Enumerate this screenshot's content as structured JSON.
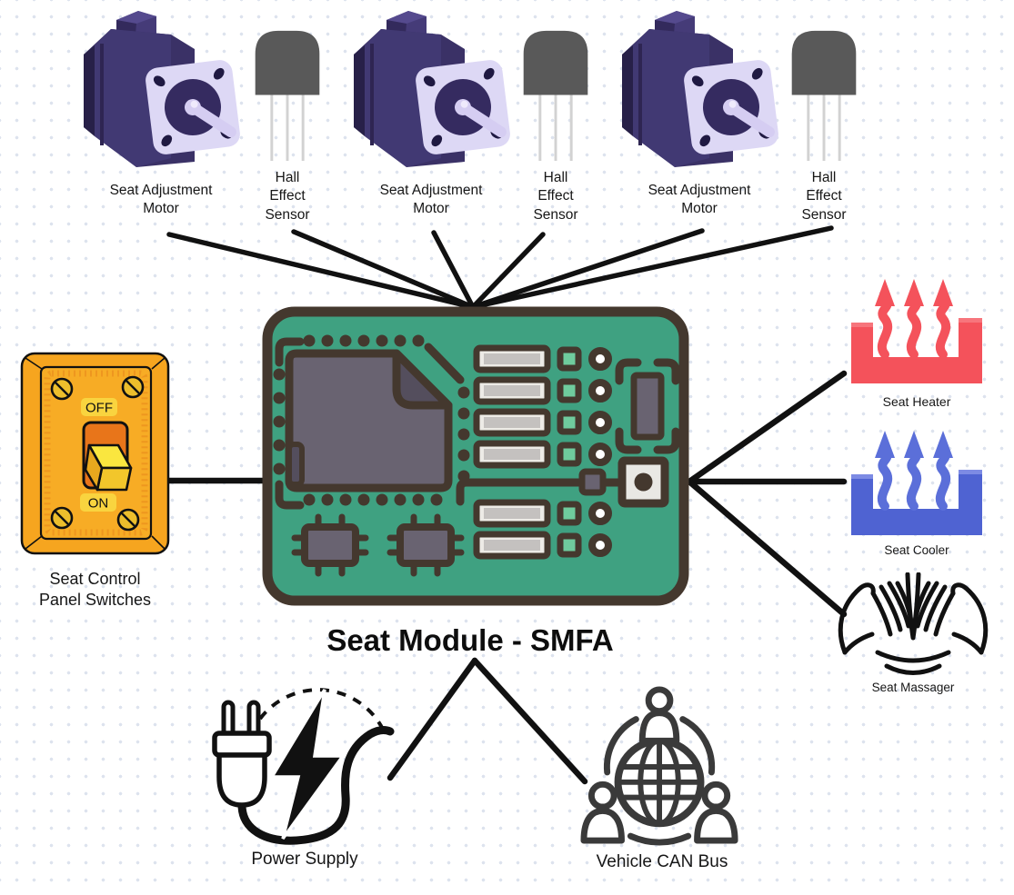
{
  "title": "Seat Module - SMFA",
  "module": {
    "name": "Seat Module - SMFA",
    "icon": "circuit-board-icon",
    "board_color": "#3fa181"
  },
  "peripherals": {
    "seat_adjustment_motor": {
      "label": "Seat Adjustment\nMotor",
      "icon": "stepper-motor-icon",
      "count": 3,
      "color": "#3a3166"
    },
    "hall_effect_sensor": {
      "label": "Hall\nEffect\nSensor",
      "icon": "hall-effect-sensor-icon",
      "count": 3,
      "color": "#595959"
    },
    "seat_control_panel": {
      "label": "Seat Control\nPanel Switches",
      "icon": "toggle-switch-icon",
      "switch_off": "OFF",
      "switch_on": "ON",
      "color": "#f6a623"
    },
    "seat_heater": {
      "label": "Seat Heater",
      "icon": "heat-arrows-icon",
      "color": "#f4525b"
    },
    "seat_cooler": {
      "label": "Seat Cooler",
      "icon": "cool-arrows-icon",
      "color": "#4f63d2"
    },
    "seat_massager": {
      "label": "Seat Massager",
      "icon": "massage-hands-icon",
      "color": "#111111"
    },
    "power_supply": {
      "label": "Power Supply",
      "icon": "power-plug-icon",
      "color": "#111111"
    },
    "vehicle_can_bus": {
      "label": "Vehicle CAN Bus",
      "icon": "network-globe-icon",
      "color": "#3a3a3a"
    }
  }
}
